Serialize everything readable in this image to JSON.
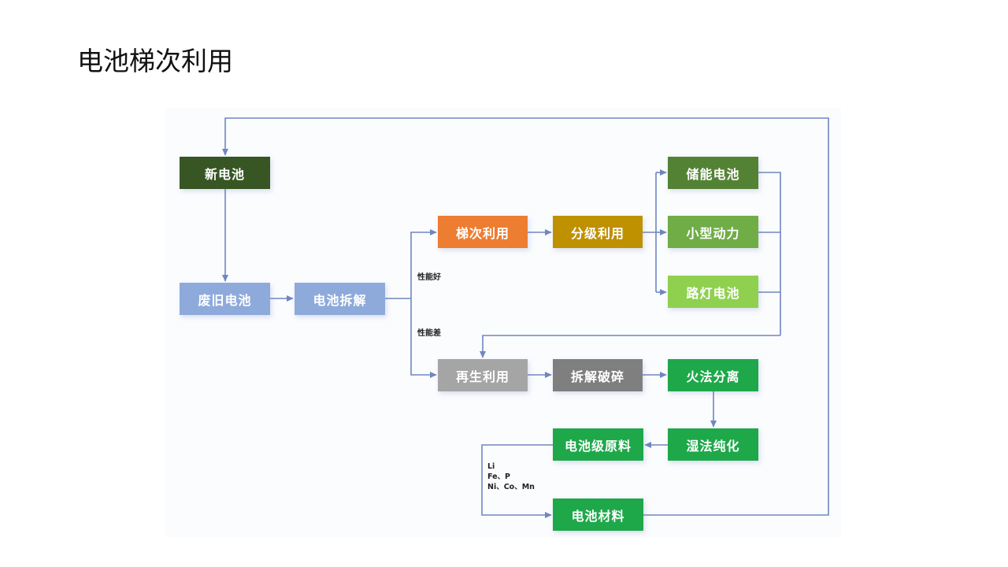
{
  "slide": {
    "title": "电池梯次利用"
  },
  "diagram": {
    "nodes": {
      "new_battery": {
        "label": "新电池",
        "color": "#375623"
      },
      "waste_battery": {
        "label": "废旧电池",
        "color": "#8eaadb"
      },
      "disassembly": {
        "label": "电池拆解",
        "color": "#8eaadb"
      },
      "cascade_use": {
        "label": "梯次利用",
        "color": "#ed7d31"
      },
      "graded_use": {
        "label": "分级利用",
        "color": "#bf9000"
      },
      "storage_battery": {
        "label": "储能电池",
        "color": "#548235"
      },
      "small_power": {
        "label": "小型动力",
        "color": "#70ad47"
      },
      "streetlight": {
        "label": "路灯电池",
        "color": "#8fd14f"
      },
      "recycling": {
        "label": "再生利用",
        "color": "#a5a5a5"
      },
      "crushing": {
        "label": "拆解破碎",
        "color": "#7f7f7f"
      },
      "pyro_separation": {
        "label": "火法分离",
        "color": "#1ea84a"
      },
      "hydro_purification": {
        "label": "湿法纯化",
        "color": "#1ea84a"
      },
      "raw_materials": {
        "label": "电池级原料",
        "color": "#1ea84a"
      },
      "battery_materials": {
        "label": "电池材料",
        "color": "#1ea84a"
      }
    },
    "edge_labels": {
      "good": "性能好",
      "poor": "性能差"
    },
    "elements_note": [
      "Li",
      "Fe、P",
      "Ni、Co、Mn"
    ],
    "line_color": "#6f86c0"
  }
}
